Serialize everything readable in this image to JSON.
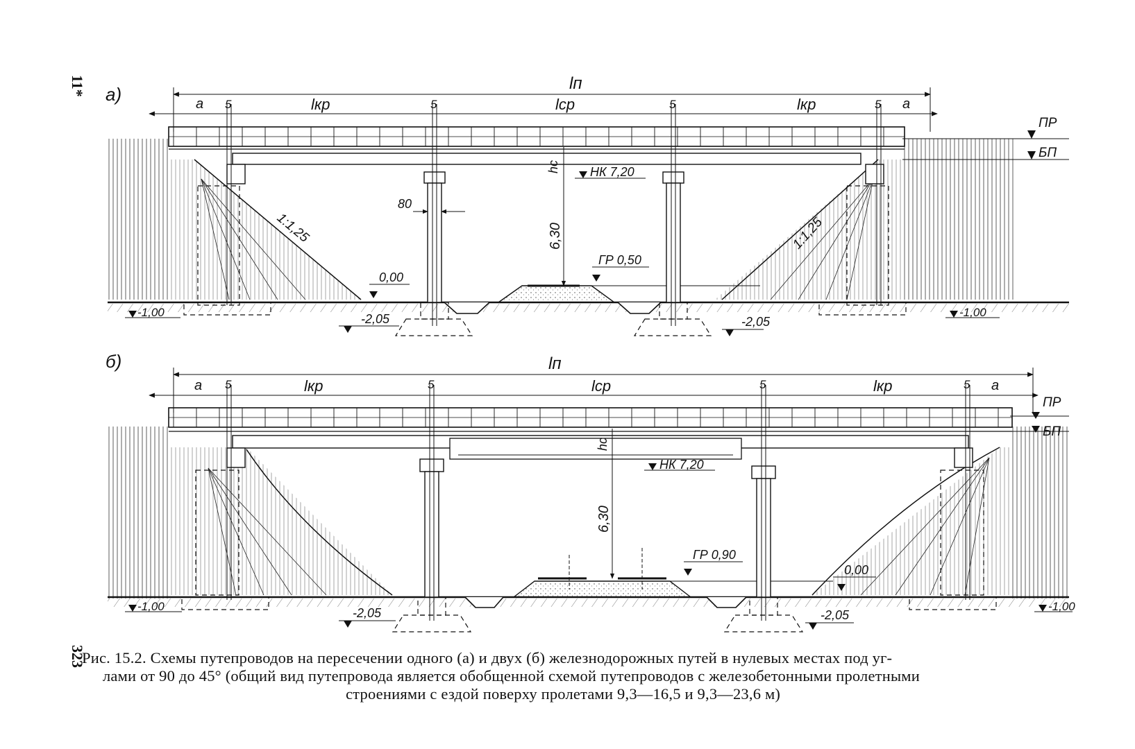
{
  "page": {
    "margin_top": "11*",
    "margin_bottom": "323"
  },
  "caption": {
    "line1": "Рис. 15.2. Схемы путепроводов на пересечении одного (а) и двух (б) железнодорожных путей в нулевых местах под уг-",
    "line2": "лами от 90 до 45° (общий вид путепровода является обобщенной схемой путепроводов с железобетонными пролетными",
    "line3": "строениями с ездой поверху пролетами 9,3—16,5 и 9,3—23,6 м)"
  },
  "diagram_a": {
    "panel_label": "а)",
    "total_span": "lп",
    "end_gap": "а",
    "joint": "5",
    "end_span": "lкр",
    "mid_span": "lср",
    "pr_level": "ПР",
    "bp_level": "БП",
    "hc": "hc",
    "nk_mark": "НК 7,20",
    "pier_width": "80",
    "clearance": "6,30",
    "slope": "1:1,25",
    "gr_mark": "ГР 0,50",
    "ground_mark": "0,00",
    "foundation_mark": "-2,05",
    "abutment_mark": "-1,00"
  },
  "diagram_b": {
    "panel_label": "б)",
    "total_span": "lп",
    "end_gap": "а",
    "joint": "5",
    "end_span": "lкр",
    "mid_span": "lср",
    "pr_level": "ПР",
    "bp_level": "БП",
    "hc": "hc",
    "nk_mark": "НК 7,20",
    "clearance": "6,30",
    "gr_mark": "ГР 0,90",
    "ground_mark": "0,00",
    "foundation_mark": "-2,05",
    "abutment_mark": "-1,00"
  },
  "colors": {
    "ink": "#111111",
    "paper": "#ffffff"
  }
}
